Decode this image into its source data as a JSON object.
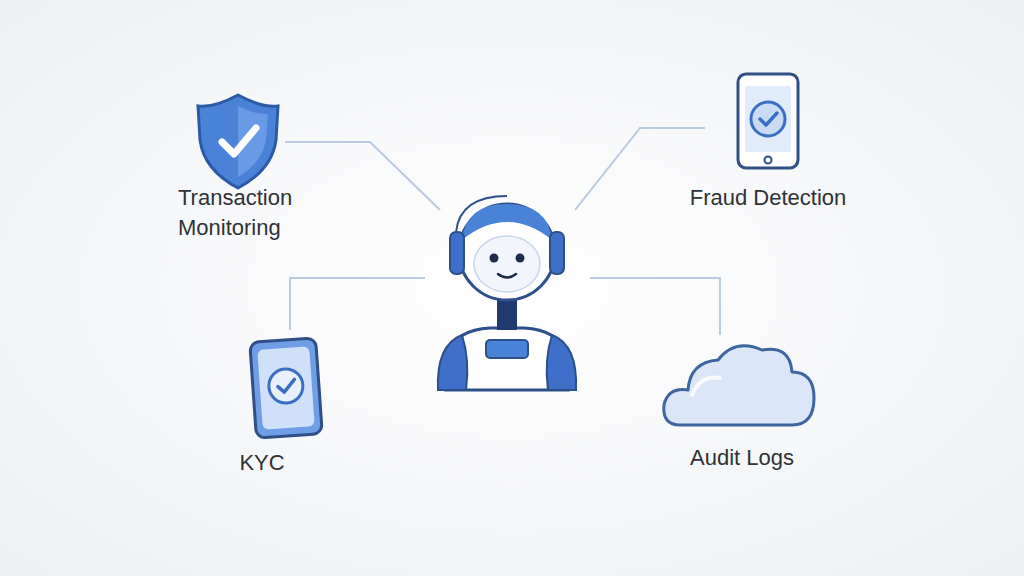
{
  "diagram": {
    "labels": [
      "Transaction Monitoring",
      "Fraud Detection",
      "KYC",
      "Audit Logs"
    ]
  }
}
